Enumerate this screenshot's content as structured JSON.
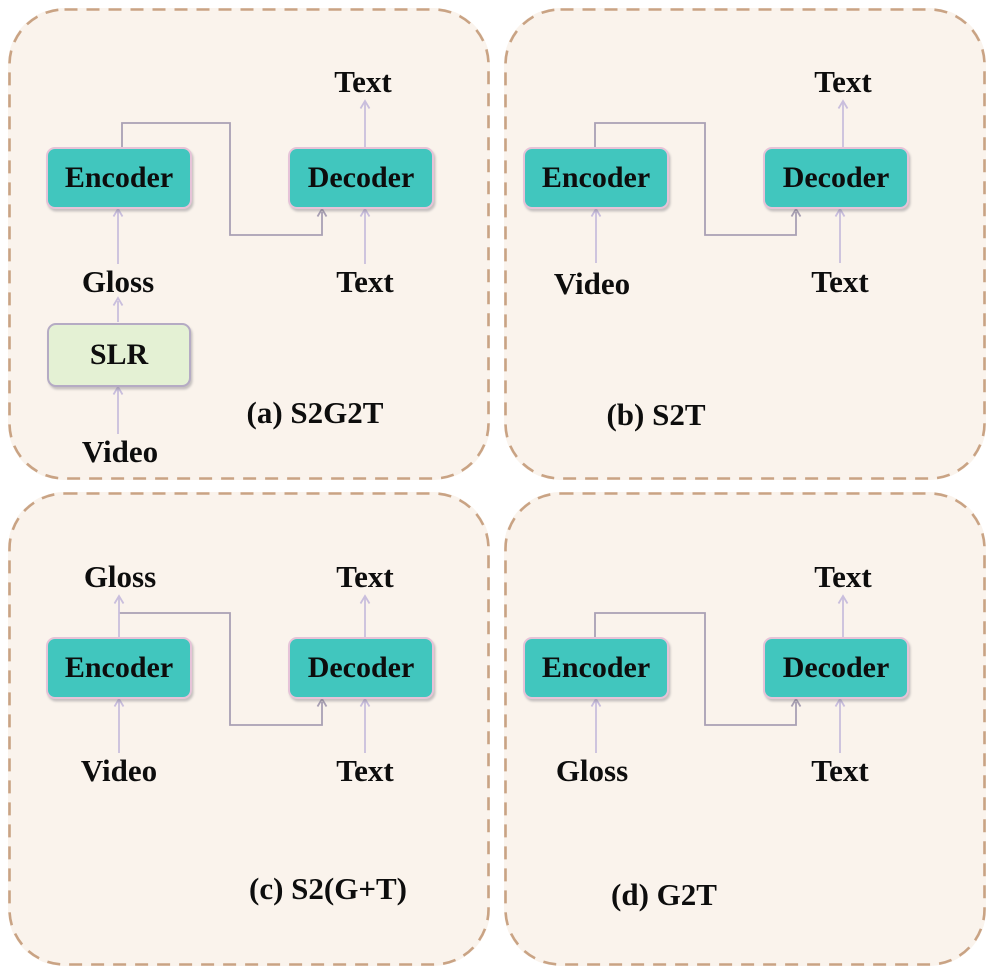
{
  "panels": {
    "a": {
      "caption": "(a) S2G2T",
      "encoder": "Encoder",
      "decoder": "Decoder",
      "slr": "SLR",
      "output_top": "Text",
      "gloss": "Gloss",
      "video": "Video",
      "decoder_input": "Text"
    },
    "b": {
      "caption": "(b) S2T",
      "encoder": "Encoder",
      "decoder": "Decoder",
      "output_top": "Text",
      "video": "Video",
      "decoder_input": "Text"
    },
    "c": {
      "caption": "(c) S2(G+T)",
      "encoder": "Encoder",
      "decoder": "Decoder",
      "gloss_output": "Gloss",
      "output_top": "Text",
      "video": "Video",
      "decoder_input": "Text"
    },
    "d": {
      "caption": "(d) G2T",
      "encoder": "Encoder",
      "decoder": "Decoder",
      "output_top": "Text",
      "gloss_input": "Gloss",
      "decoder_input": "Text"
    }
  },
  "colors": {
    "panel_background": "#faf3ec",
    "panel_border": "#c9a384",
    "codec_box": "#41c6be",
    "codec_box_border": "#e6c3d8",
    "slr_box": "#e4f1d4",
    "slr_box_border": "#b5abc4",
    "arrow": "#c9bedd",
    "connector": "#a9a0b4",
    "text": "#111111"
  }
}
